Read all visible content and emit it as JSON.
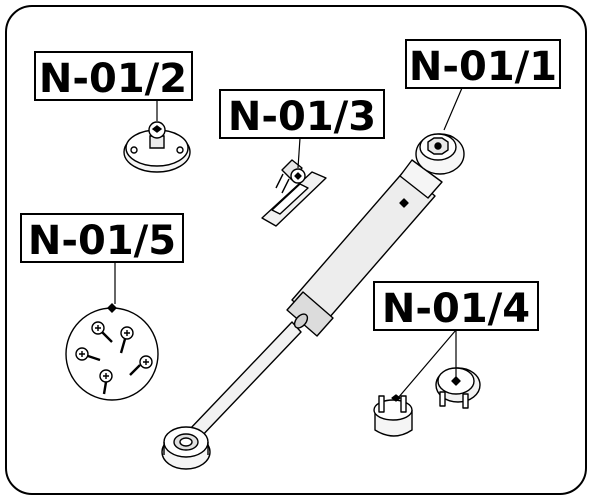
{
  "parts": {
    "gas_spring": {
      "code": "N-01/1",
      "name_icon": "gas-spring-icon"
    },
    "mount_round": {
      "code": "N-01/2",
      "name_icon": "round-ball-mount-icon"
    },
    "mount_bracket": {
      "code": "N-01/3",
      "name_icon": "bracket-mount-icon"
    },
    "caps": {
      "code": "N-01/4",
      "name_icon": "plastic-cap-icon"
    },
    "screws": {
      "code": "N-01/5",
      "name_icon": "screw-set-icon"
    }
  },
  "colors": {
    "line": "#000000",
    "paper": "#ffffff",
    "shade": "#e6e6e6"
  }
}
